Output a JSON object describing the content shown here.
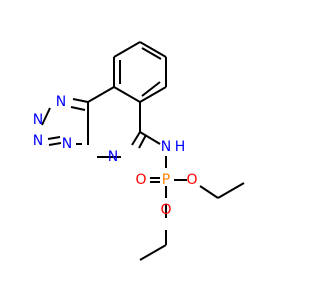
{
  "molecule": {
    "atoms": [
      {
        "id": "n_tz1",
        "label": "N",
        "color": "#0000ff"
      },
      {
        "id": "n_tz2",
        "label": "N",
        "color": "#0000ff"
      },
      {
        "id": "n_tz3",
        "label": "N",
        "color": "#0000ff"
      },
      {
        "id": "n_bridge",
        "label": "N",
        "color": "#0000ff"
      },
      {
        "id": "n_ring",
        "label": "N",
        "color": "#0000ff"
      },
      {
        "id": "n_amide",
        "label": "N",
        "color": "#0000ff"
      },
      {
        "id": "h_amide",
        "label": "H",
        "color": "#0000ff"
      },
      {
        "id": "p_center",
        "label": "P",
        "color": "#ff8000"
      },
      {
        "id": "o_double",
        "label": "O",
        "color": "#ff0000"
      },
      {
        "id": "o_ester1",
        "label": "O",
        "color": "#ff0000"
      },
      {
        "id": "o_ester2",
        "label": "O",
        "color": "#ff0000"
      }
    ],
    "colors": {
      "bond": "#000000",
      "nitrogen": "#0000ff",
      "oxygen": "#ff0000",
      "phosphorus": "#ff8000",
      "background": "#ffffff"
    }
  }
}
